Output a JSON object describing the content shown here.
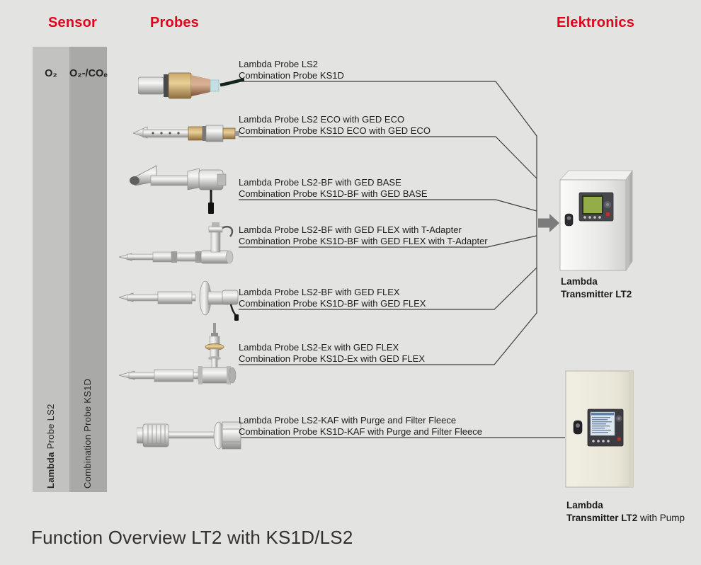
{
  "headers": {
    "sensor": "Sensor",
    "probes": "Probes",
    "electronics": "Elektronics"
  },
  "sensor_panel": {
    "o2_column_label": "O₂",
    "o2_co_column_label": "O₂-/COₑ",
    "lambda_vertical_bold": "Lambda",
    "lambda_vertical_rest": " Probe LS2",
    "combination_vertical": "Combination Probe KS1D"
  },
  "probes": [
    {
      "line1": "Lambda Probe LS2",
      "line2": "Combination Probe KS1D"
    },
    {
      "line1": "Lambda Probe LS2 ECO with GED ECO",
      "line2": "Combination Probe KS1D ECO with GED ECO"
    },
    {
      "line1": "Lambda Probe LS2-BF with GED BASE",
      "line2": "Combination Probe KS1D-BF with GED BASE"
    },
    {
      "line1": "Lambda Probe LS2-BF with GED FLEX with T-Adapter",
      "line2": "Combination Probe KS1D-BF with GED FLEX with T-Adapter"
    },
    {
      "line1": "Lambda Probe LS2-BF with GED FLEX",
      "line2": "Combination Probe KS1D-BF with GED FLEX"
    },
    {
      "line1": "Lambda Probe LS2-Ex with GED FLEX",
      "line2": "Combination Probe KS1D-Ex with GED FLEX"
    },
    {
      "line1": "Lambda Probe LS2-KAF with Purge and Filter Fleece",
      "line2": "Combination Probe KS1D-KAF with Purge and Filter Fleece"
    }
  ],
  "electronics": {
    "transmitter_lt2": {
      "line1": "Lambda",
      "line2": "Transmitter LT2"
    },
    "transmitter_lt2_pump": {
      "line1": "Lambda",
      "line2_bold": "Transmitter LT2",
      "line2_rest": " with Pump"
    }
  },
  "footer": {
    "title": "Function Overview LT2 with KS1D/LS2"
  },
  "colors": {
    "background": "#e3e3e2",
    "accent_red": "#e2001a",
    "column_light": "#c2c2c1",
    "column_dark": "#a9a9a8",
    "line": "#3f3f3f",
    "arrow": "#7c7c7c",
    "text": "#1d1d1b"
  }
}
